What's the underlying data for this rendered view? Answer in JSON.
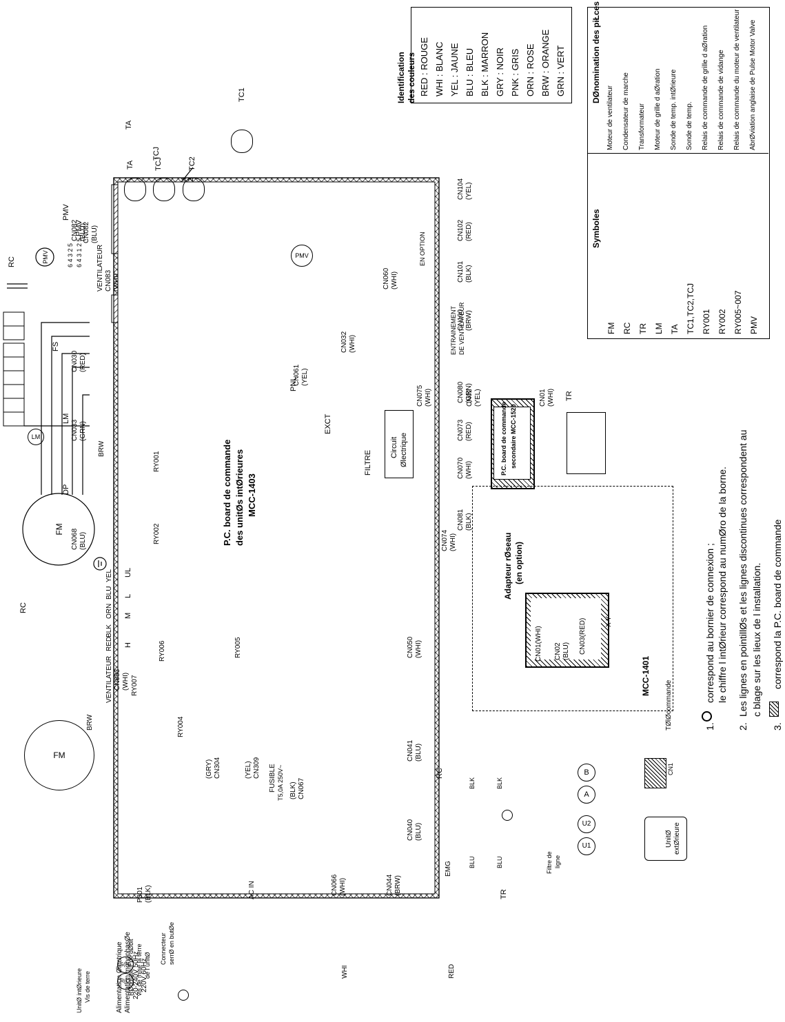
{
  "board": {
    "title": "P.C. board de commande",
    "subtitle": "des unitØs intØrieures",
    "model": "MCC-1403"
  },
  "secondary_board": {
    "line1": "P.C. board de commande",
    "line2": "secondaire MCC-1520"
  },
  "circuit": {
    "line1": "Circuit",
    "line2": "Ølectrique"
  },
  "adapter": {
    "line1": "Adapteur rØseau",
    "line2": "(en option)",
    "model": "MCC-1401",
    "cn01": "CN01(WHI)",
    "cn02": "CN02",
    "cn02c": "(BLU)",
    "cn03": "CN03(RED)",
    "xy": "X Y"
  },
  "motor_labels": {
    "fm": "FM",
    "pmv": "PMV",
    "lm": "LM",
    "rc": "RC",
    "fs": "FS",
    "dp": "DP",
    "tr": "TR",
    "tr2": "TR",
    "brw": "BRW"
  },
  "pmv_sockets": [
    "6 4 3 2 5",
    "6 4 3 1 2 5"
  ],
  "wire_colors_fm": [
    "RED",
    "BLK",
    "ORN",
    "BLU",
    "YEL"
  ],
  "ventilateur": {
    "label": "VENTILATEUR",
    "cn": "CN083",
    "color": "(WHI)"
  },
  "speed_labels": [
    "H",
    "M",
    "L",
    "UL"
  ],
  "relays": [
    "RY001",
    "RY002",
    "RY004",
    "RY005",
    "RY006",
    "RY007"
  ],
  "top_connectors": [
    {
      "name": "CN082",
      "color": "(BLU)"
    },
    {
      "name": "CN104",
      "color": "(YEL)"
    },
    {
      "name": "CN102",
      "color": "(RED)"
    },
    {
      "name": "CN101",
      "color": "(BLK)"
    },
    {
      "name": "CN100",
      "color": "(BRW)"
    },
    {
      "name": "CN080",
      "color": "(GRN)"
    },
    {
      "name": "CN073",
      "color": "(RED)"
    },
    {
      "name": "CN070",
      "color": "(WHI)"
    },
    {
      "name": "CN081",
      "color": "(BLK)"
    }
  ],
  "sensors": [
    "TA",
    "TCJ",
    "TC2",
    "TC1"
  ],
  "top_labels": [
    "PNL",
    "EXCT",
    "FILTRE"
  ],
  "mid_connectors": [
    {
      "name": "CN030",
      "color": "(RED)"
    },
    {
      "name": "CN033",
      "color": "(GRN)"
    },
    {
      "name": "CN068",
      "color": "(BLU)"
    },
    {
      "name": "CN060",
      "color": "(WHI)"
    },
    {
      "name": "CN032",
      "color": "(WHI)"
    },
    {
      "name": "CN061",
      "color": "(YEL)"
    },
    {
      "name": "CN075",
      "color": "(WHI)"
    },
    {
      "name": "CN02",
      "color": "(YEL)"
    },
    {
      "name": "CN01",
      "color": "(WHI)"
    },
    {
      "name": "CN074",
      "color": "(WHI)"
    },
    {
      "name": "CN050",
      "color": "(WHI)"
    },
    {
      "name": "CN041",
      "color": "(BLU)"
    },
    {
      "name": "CN040",
      "color": "(BLU)"
    },
    {
      "name": "CN066",
      "color": "(WHI)"
    },
    {
      "name": "CN044",
      "color": "(BRW)"
    },
    {
      "name": "CN304",
      "color": "(GRY)"
    },
    {
      "name": "CN309",
      "color": "(YEL)"
    },
    {
      "name": "CN067",
      "color": "(BLK)"
    },
    {
      "name": "P301",
      "color": "(BLK)"
    }
  ],
  "option_labels": {
    "option": "EN OPTION",
    "drive1": "ENTRAINEMENT",
    "drive2": "DE VENTILATEUR"
  },
  "fuse": {
    "line1": "FUSIBLE",
    "line2": "T5,0A 250V~"
  },
  "misc": {
    "emg": "EMG",
    "rc_term": "RC",
    "ac_in": "AC IN",
    "filtre1": "Filtre de",
    "filtre2": "ligne",
    "telecommande": "TØlØcommande",
    "cn1": "CN1",
    "a": "A",
    "b": "B",
    "u1": "U1",
    "u2": "U2",
    "unit_ext1": "UnitØ",
    "unit_ext2": "extØrieure",
    "wire_blu": "BLU",
    "wire_blk": "BLK"
  },
  "power": {
    "wire_red": "RED",
    "wire_whi": "WHI",
    "rl": "R(L)",
    "sn": "S(N)",
    "regulateur1": "RØgulateur de dØbit",
    "regulateur2": "vis de mise  la terre",
    "regulateur3": "de l unitØ",
    "connecteur1": "Connecteur",
    "connecteur2": "serrØ en butØe",
    "alim1": "Alimentation Ølectrique",
    "alim2": "Alimentation monophasØe",
    "alim3": "220-240V 50Hz",
    "alim4": "220V 60Hz",
    "vis1": "UnitØ intØrieure",
    "vis2": "Vis de terre"
  },
  "color_table": {
    "title1": "Identification",
    "title2": "des couleurs",
    "rows": [
      "RED : ROUGE",
      "WHI : BLANC",
      "YEL : JAUNE",
      "BLU : BLEU",
      "BLK : MARRON",
      "GRY : NOIR",
      "PNK : GRIS",
      "ORN : ROSE",
      "BRW : ORANGE",
      "GRN : VERT"
    ]
  },
  "parts_table": {
    "header_symbol": "Symboles",
    "header_name": "DØnomination des piŁces",
    "rows": [
      {
        "symbol": "FM",
        "name": "Moteur de ventilateur"
      },
      {
        "symbol": "RC",
        "name": "Condensateur de marche"
      },
      {
        "symbol": "TR",
        "name": "Transformateur"
      },
      {
        "symbol": "LM",
        "name": "Moteur de grille d aØration"
      },
      {
        "symbol": "TA",
        "name": "Sonde de temp. intØrieure"
      },
      {
        "symbol": "TC1,TC2,TCJ",
        "name": "Sonde de temp."
      },
      {
        "symbol": "RY001",
        "name": "Relais de commande de grille d aØration"
      },
      {
        "symbol": "RY002",
        "name": "Relais de commande de vidange"
      },
      {
        "symbol": "RY005~007",
        "name": "Relais de commande du moteur de ventilateur"
      },
      {
        "symbol": "PMV",
        "name": "AbrØviation anglaise de Pulse Motor Valve"
      }
    ]
  },
  "notes": {
    "n1a": "1.",
    "n1b": "correspond au bornier de connexion ;",
    "n1c": "le chiffre  l intØrieur correspond  au numØro de la borne.",
    "n2a": "2.",
    "n2b": "Les lignes en pointillØs et les lignes discontinues correspondent au",
    "n2c": "c blage sur les lieux de l installation.",
    "n3a": "3.",
    "n3b": "correspond  la P.C. board de commande"
  }
}
